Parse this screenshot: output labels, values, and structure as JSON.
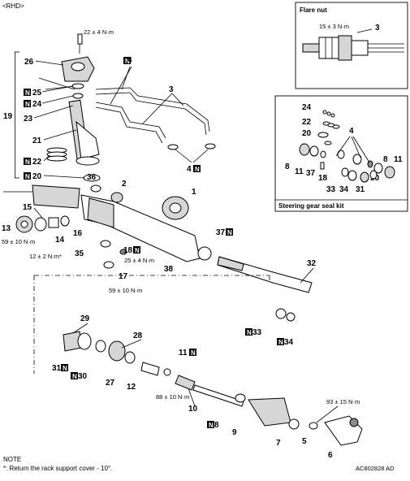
{
  "header": {
    "variant": "<RHD>"
  },
  "inset_flare": {
    "title": "Flare nut",
    "torque": "15 ± 3 N·m",
    "part": "3"
  },
  "inset_seal": {
    "title": "Steering gear seal kit",
    "parts": [
      "24",
      "22",
      "20",
      "4",
      "8",
      "11",
      "37",
      "18",
      "33",
      "34",
      "31",
      "30",
      "8",
      "11"
    ]
  },
  "torques": {
    "t22": "22 ± 4 N·m",
    "t59a": "59 ± 10 N·m",
    "t12": "12 ± 2 N·m*",
    "t25": "25 ± 4 N·m",
    "t59b": "59 ± 10 N·m",
    "t88": "88 ± 10 N·m",
    "t93": "93 ± 15 N·m"
  },
  "labels": {
    "p26": "26",
    "p25": "25",
    "p24": "24",
    "p23": "23",
    "p19": "19",
    "p21": "21",
    "p22": "22",
    "p20": "20",
    "p4": "4",
    "p3": "3",
    "p36": "36",
    "p2": "2",
    "p1": "1",
    "p15": "15",
    "p13": "13",
    "p14": "14",
    "p16": "16",
    "p37": "37",
    "p35": "35",
    "p18": "18",
    "p17": "17",
    "p38": "38",
    "p32": "32",
    "p29": "29",
    "p31": "31",
    "p30": "30",
    "p28": "28",
    "p27": "27",
    "p12": "12",
    "p11": "11",
    "p10": "10",
    "p33": "33",
    "p34": "34",
    "p8": "8",
    "p9": "9",
    "p7": "7",
    "p5": "5",
    "p6": "6"
  },
  "note": {
    "title": "NOTE",
    "text": "*: Return the rack support cover - 10°."
  },
  "code": "AC802828 AD"
}
